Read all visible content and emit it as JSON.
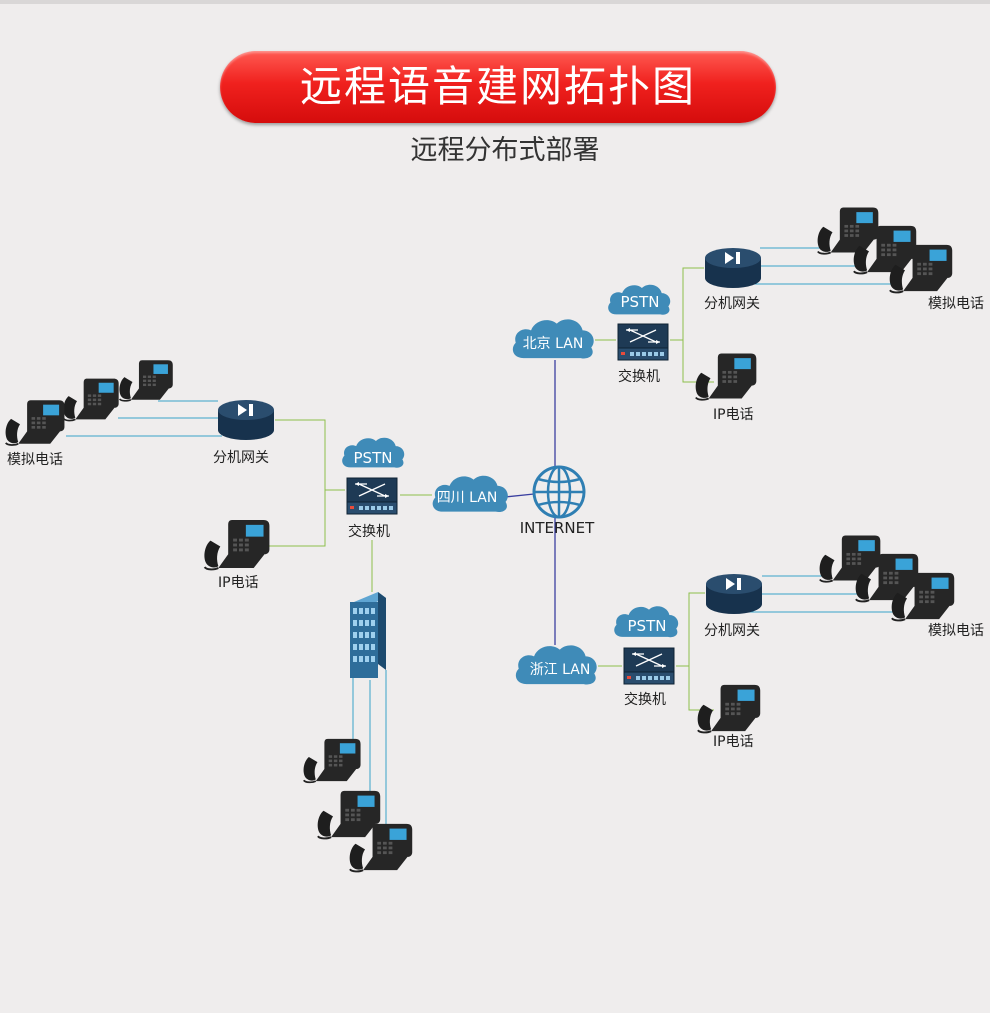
{
  "header": {
    "title": "远程语音建网拓扑图",
    "subtitle": "远程分布式部署"
  },
  "center": {
    "internet_label": "INTERNET"
  },
  "sites": {
    "sichuan": {
      "lan": "四川 LAN",
      "pstn": "PSTN",
      "switch": "交换机",
      "gateway": "分机网关",
      "analog": "模拟电话",
      "ip_phone": "IP电话"
    },
    "beijing": {
      "lan": "北京 LAN",
      "pstn": "PSTN",
      "switch": "交换机",
      "gateway": "分机网关",
      "analog": "模拟电话",
      "ip_phone": "IP电话"
    },
    "zhejiang": {
      "lan": "浙江 LAN",
      "pstn": "PSTN",
      "switch": "交换机",
      "gateway": "分机网关",
      "analog": "模拟电话",
      "ip_phone": "IP电话"
    }
  },
  "colors": {
    "cloud": "#3f8bb8",
    "device": "#1f3a55",
    "green_link": "#8cc04c",
    "blue_link": "#3aa3c9",
    "wan_link": "#3a3fa0",
    "banner": "#e81a1a"
  }
}
